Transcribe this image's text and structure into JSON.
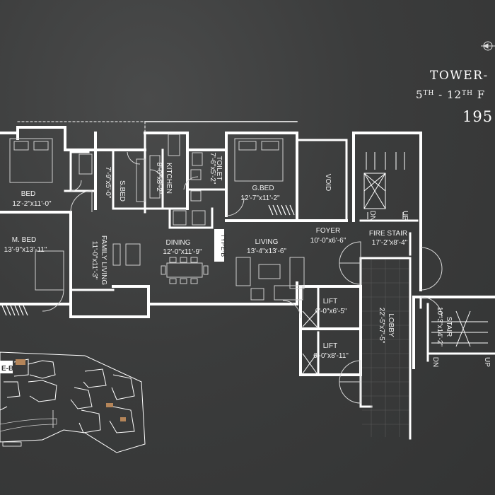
{
  "header": {
    "tower": "TOWER-",
    "floor_from": "5",
    "floor_from_sup": "TH",
    "floor_sep": " - 12",
    "floor_to_sup": "TH",
    "floor_suffix": " F",
    "area": "195"
  },
  "rooms": {
    "bed": {
      "name": "BED",
      "size": "12'-2\"x11'-0\""
    },
    "m_bed": {
      "name": "M. BED",
      "size": "13'-9\"x13'-11\""
    },
    "s_bed": {
      "name": "S.BED",
      "size": "7'-9\"x5'-0\""
    },
    "kitchen": {
      "name": "KITCHEN",
      "size": "8'-0\"x8'-2\""
    },
    "g_bed": {
      "name": "G.BED",
      "size": "12'-7\"x11'-2\""
    },
    "toilet": {
      "name": "TOILET",
      "size": "7'-6\"x5'-2\""
    },
    "void": {
      "name": "VOID"
    },
    "family": {
      "name": "FAMILY LIVING",
      "size": "11'-0\"x11'-3\""
    },
    "dining": {
      "name": "DINING",
      "size": "12'-0\"x11'-9\""
    },
    "living": {
      "name": "LIVING",
      "size": "13'-4\"x13'-6\""
    },
    "foyer": {
      "name": "FOYER",
      "size": "10'-0\"x6'-6\""
    },
    "fire_stair": {
      "name": "FIRE STAIR",
      "size": "17'-2\"x8'-4\""
    },
    "lift1": {
      "name": "LIFT",
      "size": "6'-0\"x6'-5\""
    },
    "lift2": {
      "name": "LIFT",
      "size": "6'-0\"x8'-11\""
    },
    "lobby": {
      "name": "LOBBY",
      "size": "22'-5\"x7'-5\""
    },
    "stair": {
      "name": "STAIR",
      "size": "10'-3\"x14'-2\""
    }
  },
  "tags": {
    "type_b": "TYPE-B",
    "keyplan_type": "E-B",
    "dn": "DN",
    "up": "UP",
    "dn2": "DN",
    "up2": "UP"
  },
  "colors": {
    "background": "#3a3b3b",
    "walls": "#ffffff",
    "keyplan_highlight": "#b58559"
  }
}
